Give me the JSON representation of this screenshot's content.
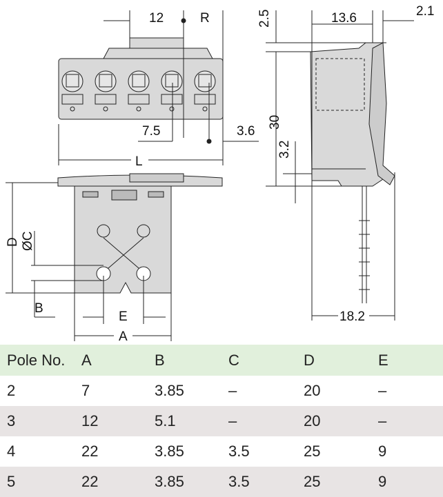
{
  "dimensions": {
    "pitch": "12",
    "r": "R",
    "offset": "7.5",
    "edge": "3.6",
    "length": "L",
    "d": "D",
    "c": "ØC",
    "b": "B",
    "e": "E",
    "a": "A",
    "top_offset": "2.5",
    "depth": "13.6",
    "lever": "2.1",
    "height": "30",
    "base": "3.2",
    "total_depth": "18.2"
  },
  "table": {
    "headers": [
      "Pole No.",
      "A",
      "B",
      "C",
      "D",
      "E"
    ],
    "rows": [
      [
        "2",
        "7",
        "3.85",
        "–",
        "20",
        "–"
      ],
      [
        "3",
        "12",
        "5.1",
        "–",
        "20",
        "–"
      ],
      [
        "4",
        "22",
        "3.85",
        "3.5",
        "25",
        "9"
      ],
      [
        "5",
        "22",
        "3.85",
        "3.5",
        "25",
        "9"
      ]
    ]
  },
  "colors": {
    "header_bg": "#e1f0dc",
    "alt_row_bg": "#e8e4e4",
    "part_fill": "#d9d9d9"
  }
}
